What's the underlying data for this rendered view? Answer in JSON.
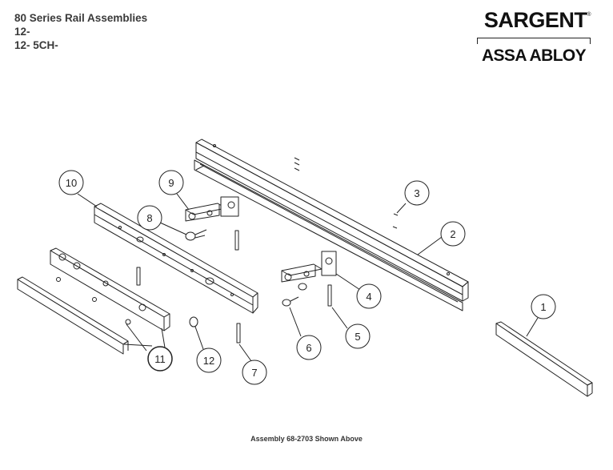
{
  "header": {
    "title": "80 Series Rail Assemblies",
    "line2": "12-",
    "line3": "12- 5CH-"
  },
  "brand": {
    "name": "SARGENT",
    "trademark": "®",
    "parent": "ASSA ABLOY"
  },
  "caption": "Assembly 68-2703 Shown Above",
  "callouts": [
    "1",
    "2",
    "3",
    "4",
    "5",
    "6",
    "7",
    "8",
    "9",
    "10",
    "11",
    "12"
  ],
  "colors": {
    "ink": "#222222",
    "background": "#ffffff"
  }
}
